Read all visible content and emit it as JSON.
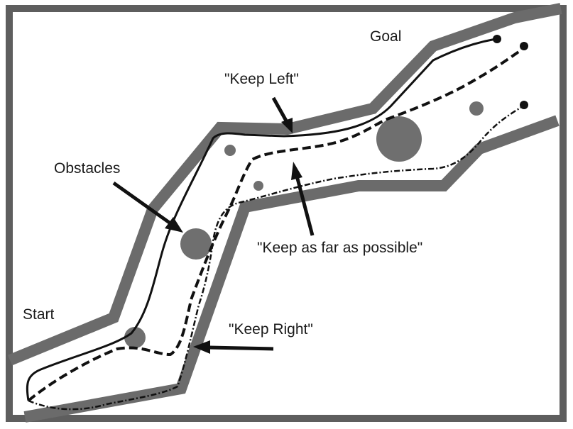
{
  "labels": {
    "goal": "Goal",
    "keep_left": "\"Keep Left\"",
    "obstacles": "Obstacles",
    "keep_far": "\"Keep as far as possible\"",
    "start": "Start",
    "keep_right": "\"Keep Right\""
  },
  "colors": {
    "wall": "#6b6b6b",
    "obstacle": "#6f6f6f",
    "path": "#111111",
    "background": "#ffffff"
  }
}
